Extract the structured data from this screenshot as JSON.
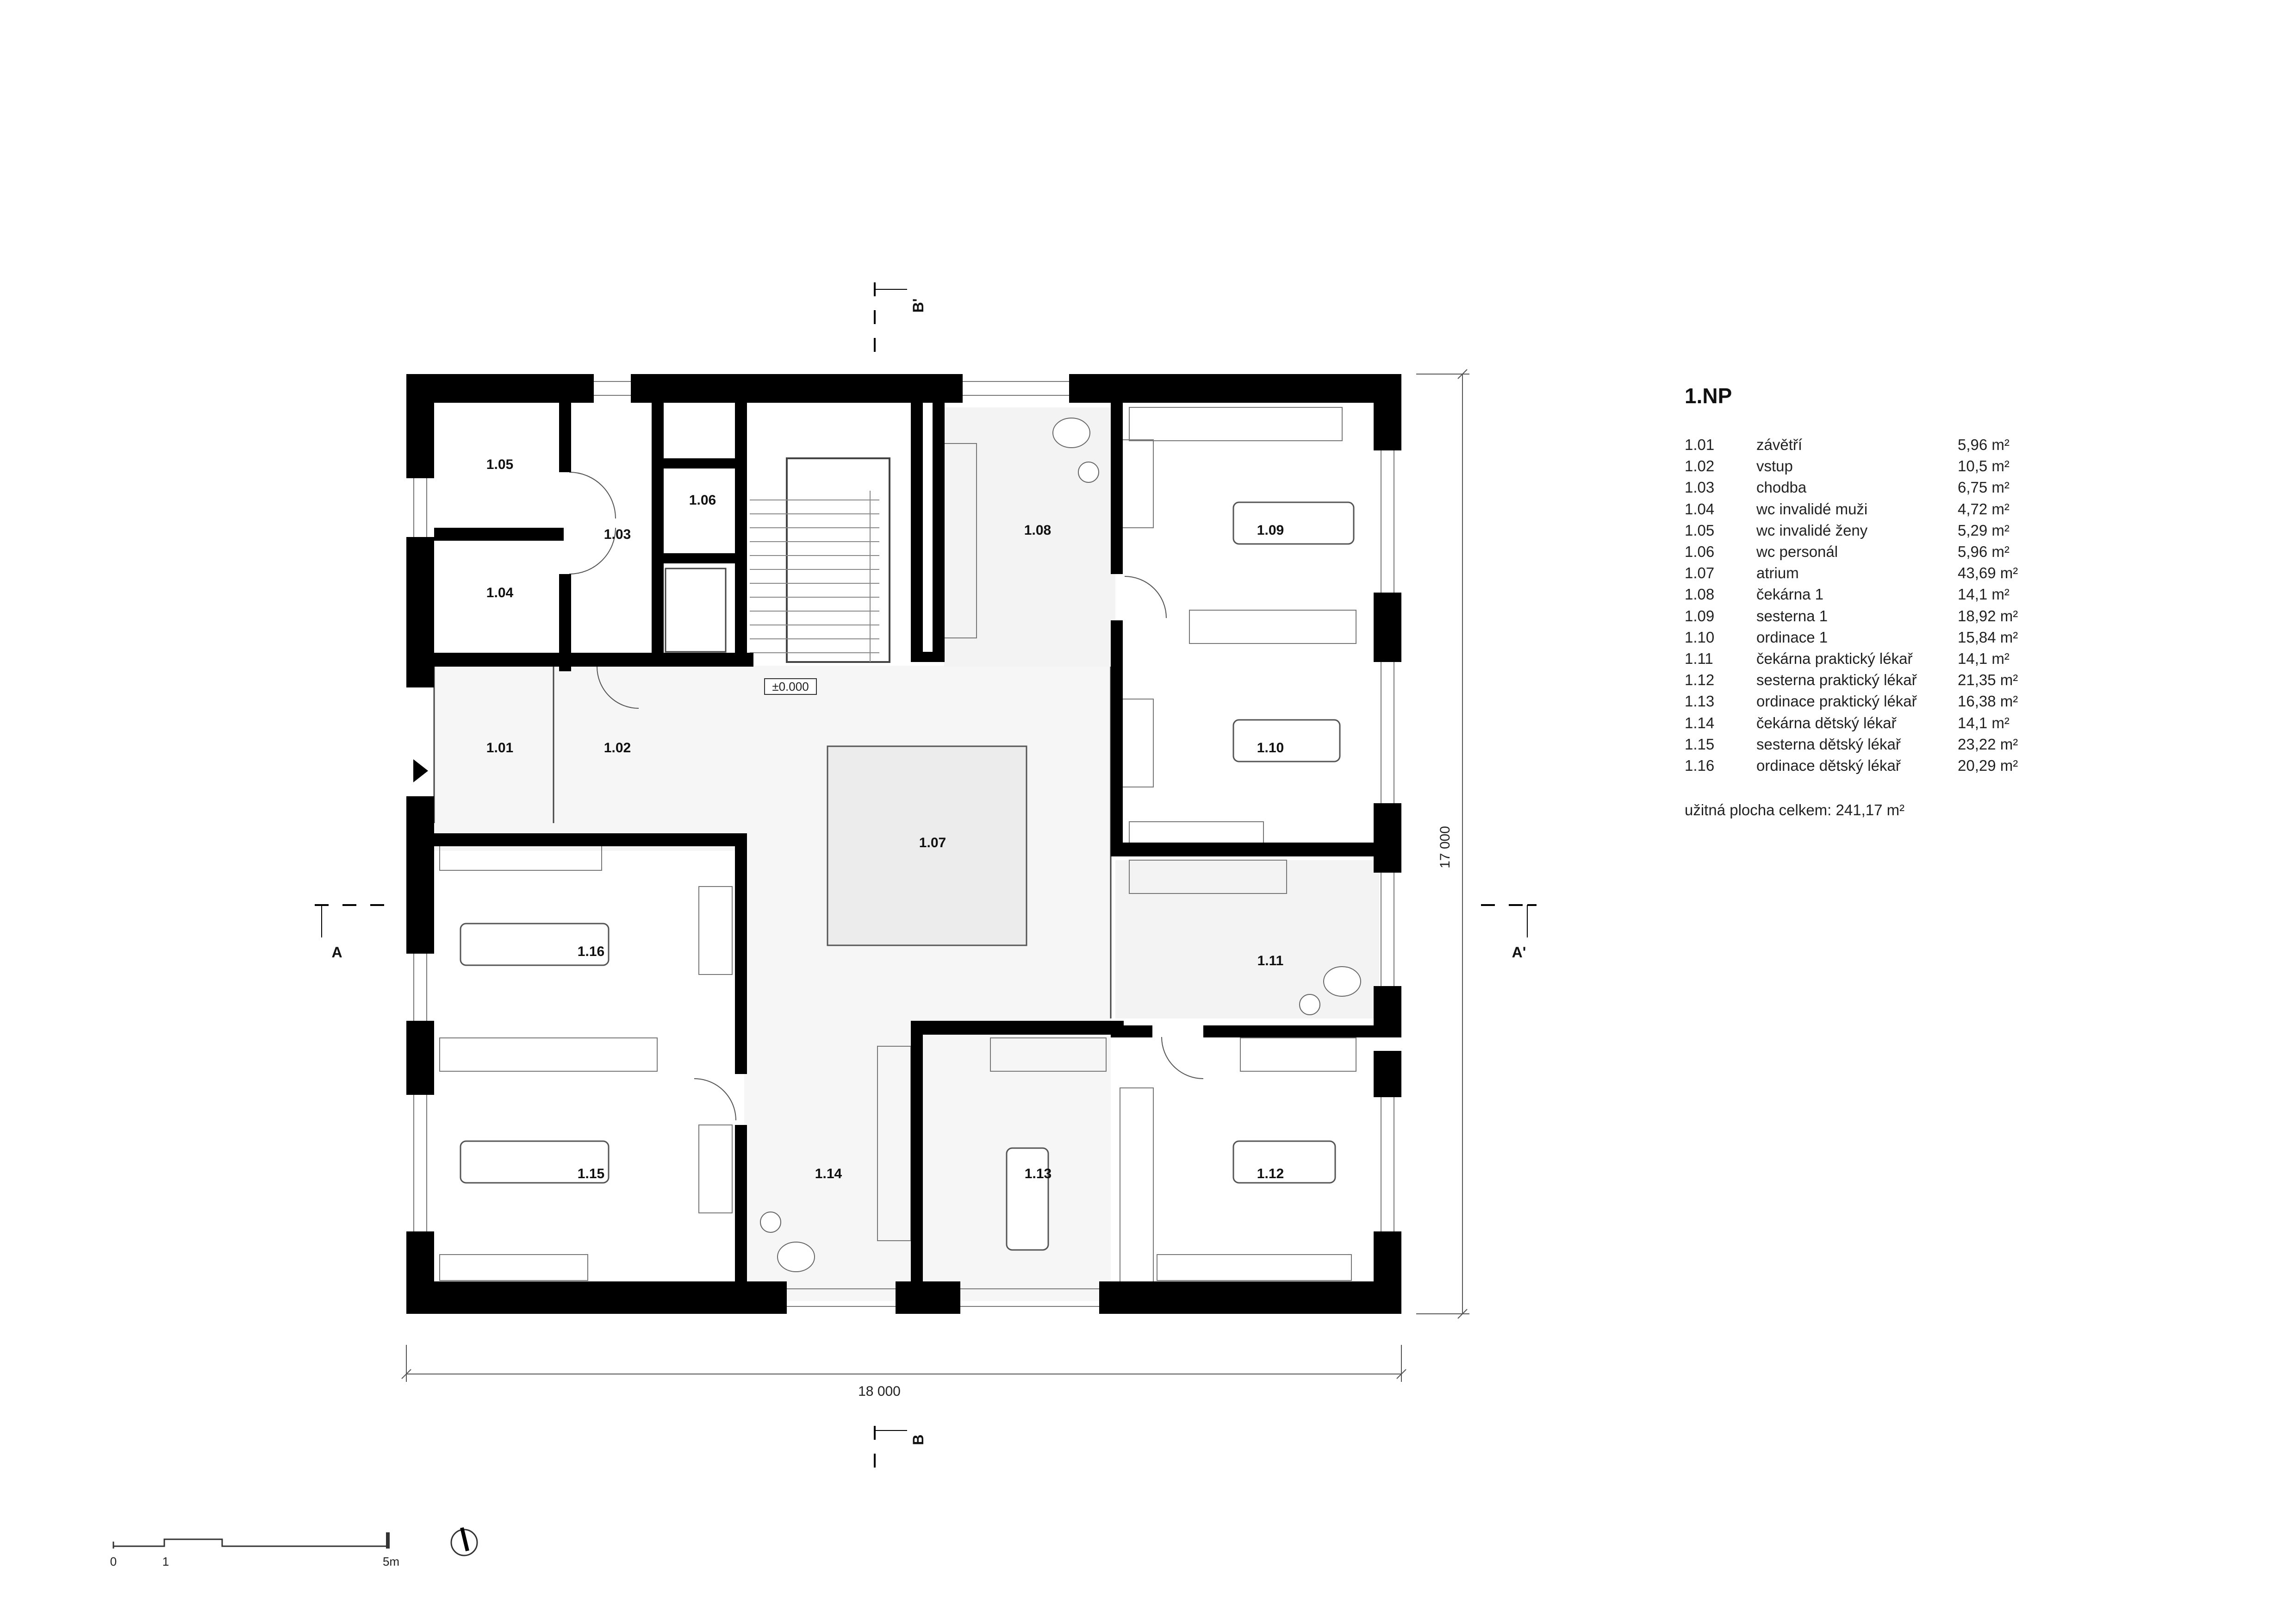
{
  "plan": {
    "rooms": [
      {
        "id": "1.01"
      },
      {
        "id": "1.02"
      },
      {
        "id": "1.03"
      },
      {
        "id": "1.04"
      },
      {
        "id": "1.05"
      },
      {
        "id": "1.06"
      },
      {
        "id": "1.07"
      },
      {
        "id": "1.08"
      },
      {
        "id": "1.09"
      },
      {
        "id": "1.10"
      },
      {
        "id": "1.11"
      },
      {
        "id": "1.12"
      },
      {
        "id": "1.13"
      },
      {
        "id": "1.14"
      },
      {
        "id": "1.15"
      },
      {
        "id": "1.16"
      }
    ],
    "level_mark": "±0.000",
    "dim_width": "18 000",
    "dim_height": "17 000",
    "section_a": "A",
    "section_a2": "A'",
    "section_b": "B",
    "section_b2": "B'",
    "scale": {
      "t0": "0",
      "t1": "1",
      "t5": "5m"
    }
  },
  "legend": {
    "title": "1.NP",
    "rows": [
      {
        "no": "1.01",
        "name": "závětří",
        "area": "5,96 m²"
      },
      {
        "no": "1.02",
        "name": "vstup",
        "area": "10,5 m²"
      },
      {
        "no": "1.03",
        "name": "chodba",
        "area": "6,75 m²"
      },
      {
        "no": "1.04",
        "name": "wc invalidé muži",
        "area": "4,72 m²"
      },
      {
        "no": "1.05",
        "name": "wc invalidé ženy",
        "area": "5,29 m²"
      },
      {
        "no": "1.06",
        "name": "wc personál",
        "area": "5,96 m²"
      },
      {
        "no": "1.07",
        "name": "atrium",
        "area": "43,69 m²"
      },
      {
        "no": "1.08",
        "name": "čekárna 1",
        "area": "14,1 m²"
      },
      {
        "no": "1.09",
        "name": "sesterna 1",
        "area": "18,92 m²"
      },
      {
        "no": "1.10",
        "name": "ordinace 1",
        "area": "15,84 m²"
      },
      {
        "no": "1.11",
        "name": "čekárna praktický lékař",
        "area": "14,1 m²"
      },
      {
        "no": "1.12",
        "name": "sesterna praktický lékař",
        "area": "21,35 m²"
      },
      {
        "no": "1.13",
        "name": "ordinace praktický lékař",
        "area": "16,38 m²"
      },
      {
        "no": "1.14",
        "name": "čekárna dětský lékař",
        "area": "14,1 m²"
      },
      {
        "no": "1.15",
        "name": "sesterna dětský lékař",
        "area": "23,22 m²"
      },
      {
        "no": "1.16",
        "name": "ordinace dětský lékař",
        "area": "20,29 m²"
      }
    ],
    "total": "užitná plocha celkem: 241,17 m²"
  }
}
